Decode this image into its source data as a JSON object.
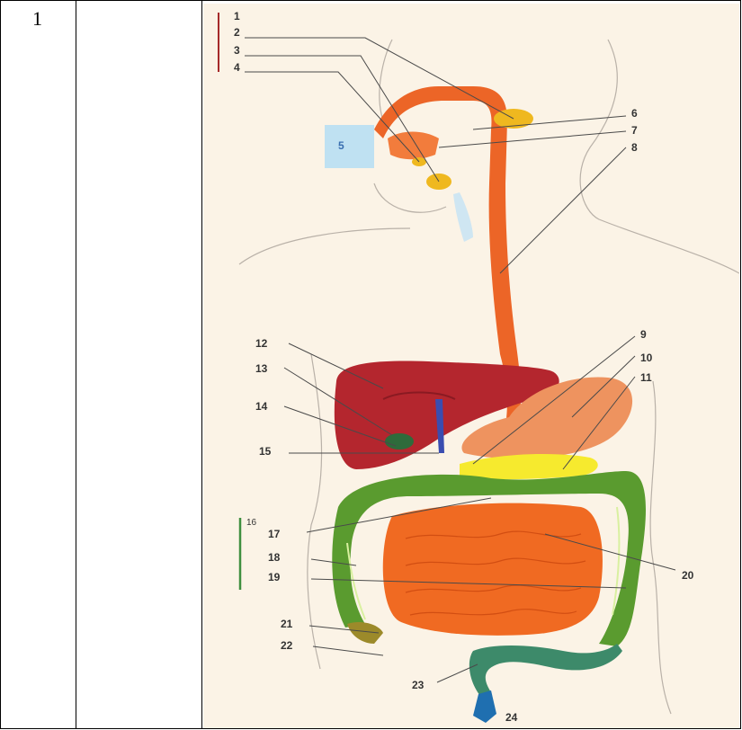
{
  "row": {
    "number": "1"
  },
  "colors": {
    "background": "#fbf3e6",
    "esophagus": "#ec6527",
    "liver": "#b4262e",
    "stomach": "#ee935f",
    "large_intestine": "#5a9b2f",
    "small_intestine": "#f06a22",
    "salivary_gland": "#efb81f",
    "pancreas": "#f6ea2e",
    "gallbladder": "#2e6b3b",
    "rectum": "#1f6fb0"
  },
  "diagram": {
    "labels": [
      "1",
      "2",
      "3",
      "4",
      "5",
      "6",
      "7",
      "8",
      "9",
      "10",
      "11",
      "12",
      "13",
      "14",
      "15",
      "16",
      "17",
      "18",
      "19",
      "20",
      "21",
      "22",
      "23",
      "24"
    ]
  }
}
